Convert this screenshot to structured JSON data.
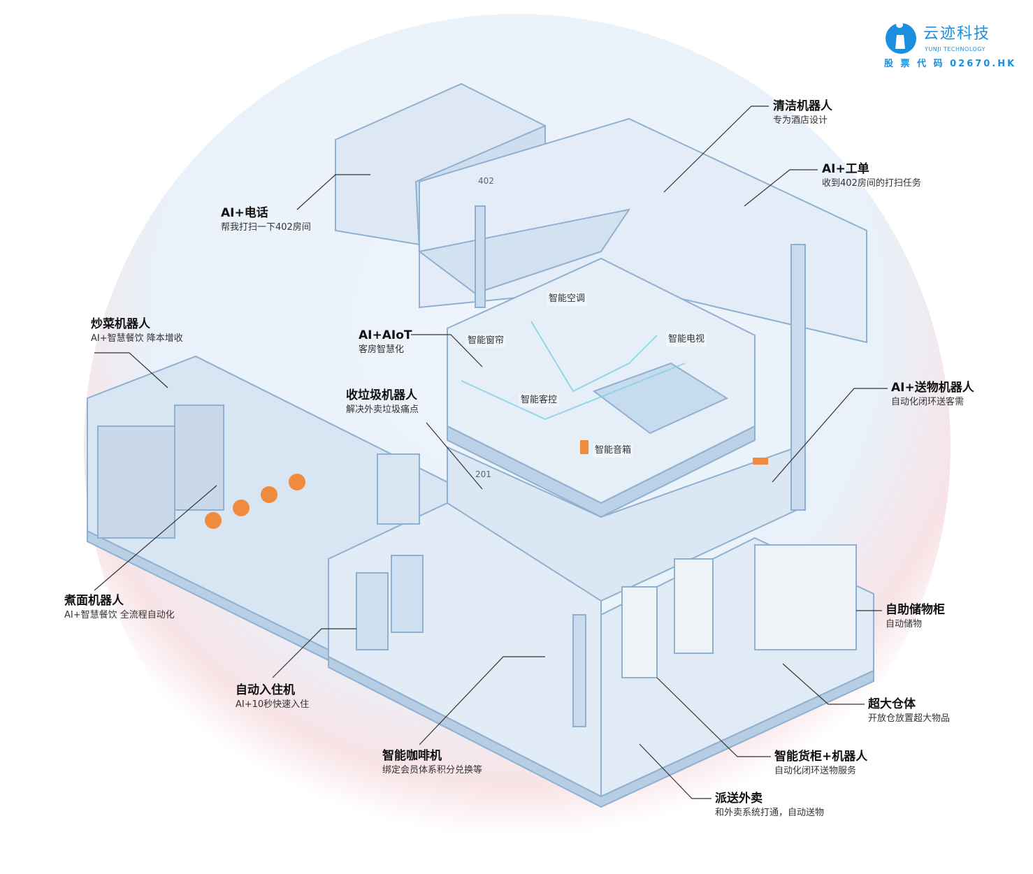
{
  "logo": {
    "name": "云迹科技",
    "english": "YUNJI TECHNOLOGY",
    "stock_code": "股 票 代 码 02670.HK",
    "color": "#1a8fe0"
  },
  "callouts": [
    {
      "title": "AI+电话",
      "subtitle": "帮我打扫一下402房间"
    },
    {
      "title": "清洁机器人",
      "subtitle": "专为酒店设计"
    },
    {
      "title": "AI+工单",
      "subtitle": "收到402房间的打扫任务"
    },
    {
      "title": "炒菜机器人",
      "subtitle": "AI+智慧餐饮 降本增收"
    },
    {
      "title": "AI+AIoT",
      "subtitle": "客房智慧化"
    },
    {
      "title": "收垃圾机器人",
      "subtitle": "解决外卖垃圾痛点"
    },
    {
      "title": "AI+送物机器人",
      "subtitle": "自动化闭环送客需"
    },
    {
      "title": "煮面机器人",
      "subtitle": "AI+智慧餐饮 全流程自动化"
    },
    {
      "title": "自助储物柜",
      "subtitle": "自动储物"
    },
    {
      "title": "自动入住机",
      "subtitle": "AI+10秒快速入住"
    },
    {
      "title": "超大仓体",
      "subtitle": "开放仓放置超大物品"
    },
    {
      "title": "智能咖啡机",
      "subtitle": "绑定会员体系积分兑换等"
    },
    {
      "title": "智能货柜+机器人",
      "subtitle": "自动化闭环送物服务"
    },
    {
      "title": "派送外卖",
      "subtitle": "和外卖系统打通，自动送物"
    }
  ],
  "room_tags": [
    "智能空调",
    "智能窗帘",
    "智能电视",
    "智能客控",
    "智能音箱"
  ],
  "room_numbers": [
    "402",
    "201"
  ],
  "colors": {
    "wall": "#dbe7f3",
    "edge": "#8fb0d0",
    "accent": "#f08a3c",
    "glow": "#f6d3d6"
  }
}
